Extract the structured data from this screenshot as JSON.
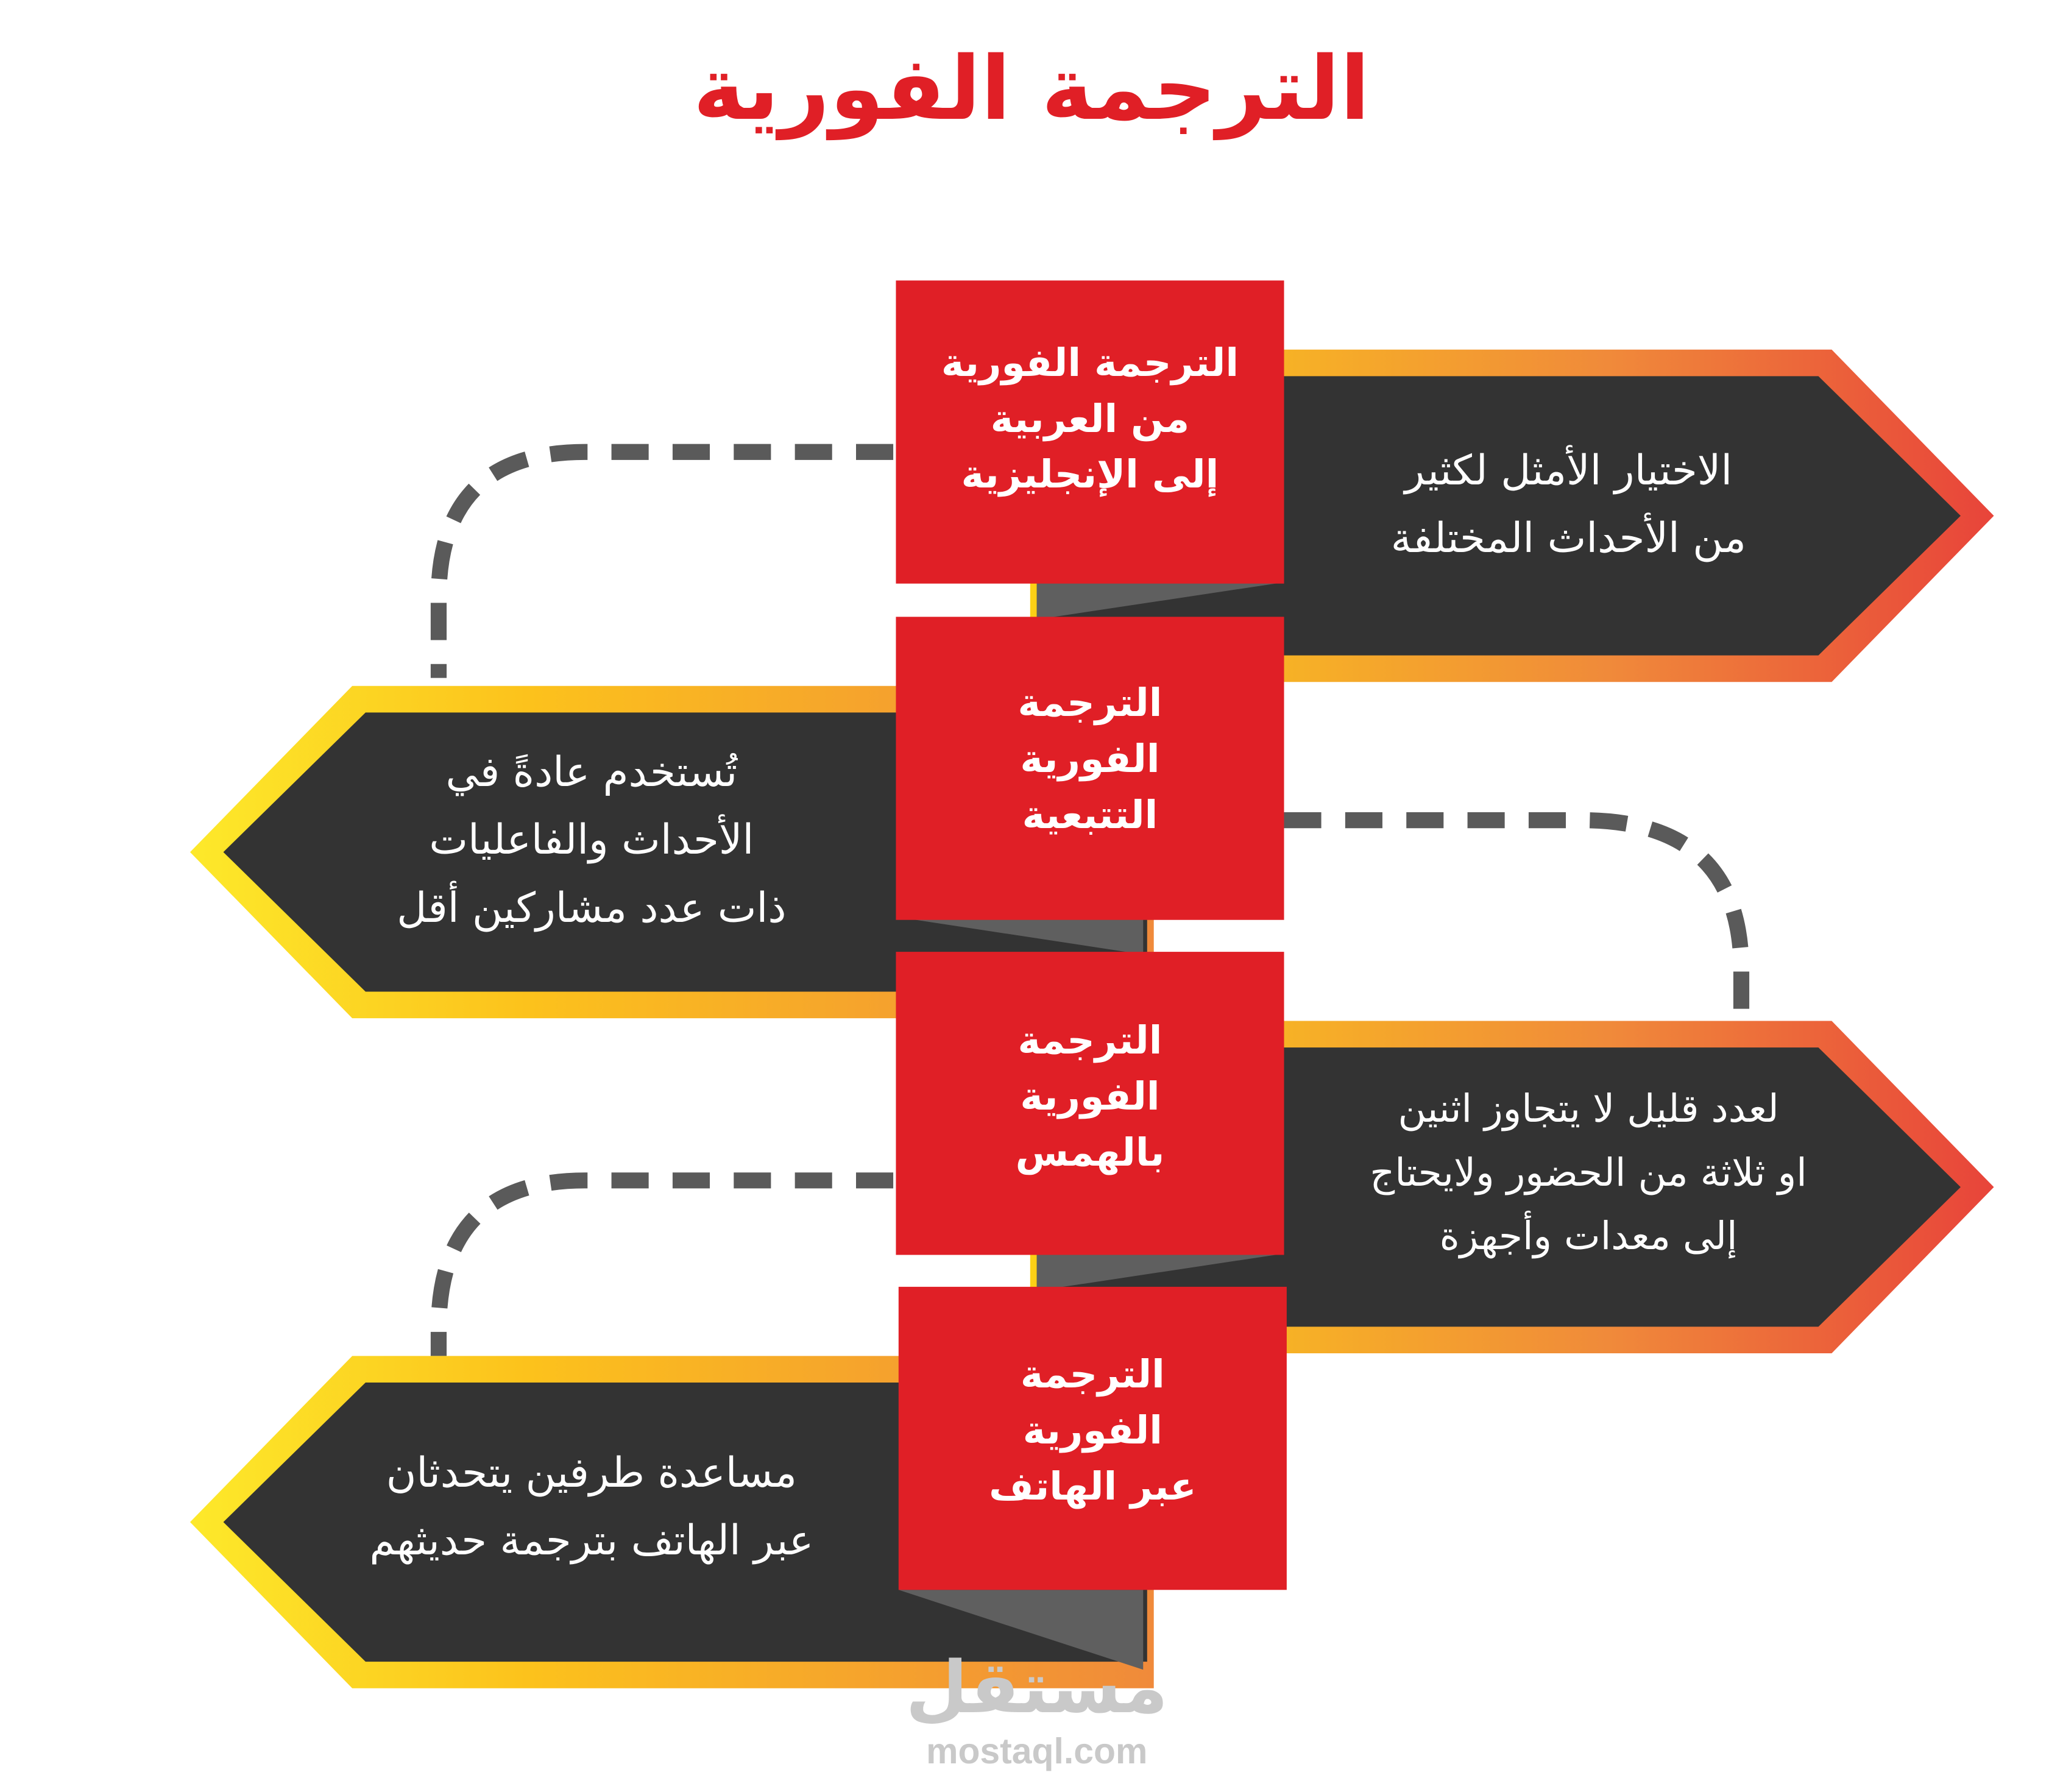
{
  "title": "الترجمة الفورية",
  "colors": {
    "red": "#e01f26",
    "dark": "#333333",
    "gradient_start": "#fcd116",
    "gradient_mid": "#f08a3a",
    "gradient_end": "#e8443a",
    "dash": "#5a5a5a",
    "fold": "#5f5f5f"
  },
  "items": [
    {
      "label_lines": [
        "الترجمة الفورية",
        "من العربية",
        "إلى الإنجليزية"
      ],
      "description_lines": [
        "الاختيار الأمثل لكثير",
        "من الأحداث المختلفة"
      ]
    },
    {
      "label_lines": [
        "الترجمة",
        "الفورية",
        "التتبعية"
      ],
      "description_lines": [
        "تُستخدم عادةً في",
        "الأحداث والفاعليات",
        "ذات عدد مشاركين أقل"
      ]
    },
    {
      "label_lines": [
        "الترجمة",
        "الفورية",
        "بالهمس"
      ],
      "description_lines": [
        "لعدد قليل لا يتجاوز اثنين",
        "او ثلاثة من الحضور ولايحتاج",
        "إلى معدات وأجهزة"
      ]
    },
    {
      "label_lines": [
        "الترجمة",
        "الفورية",
        "عبر الهاتف"
      ],
      "description_lines": [
        "مساعدة طرفين يتحدثان",
        "عبر الهاتف بترجمة حديثهم"
      ]
    }
  ],
  "watermark": {
    "arabic": "مستقل",
    "latin": "mostaql.com"
  }
}
